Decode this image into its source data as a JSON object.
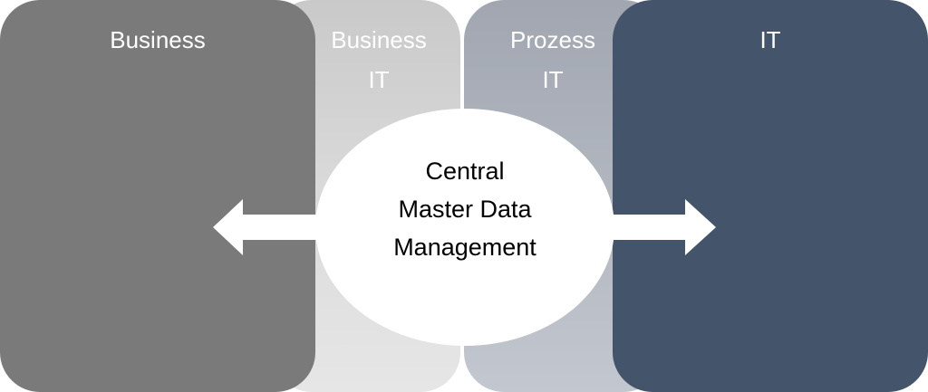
{
  "panels": {
    "business": {
      "title": "Business",
      "color": "#7a7a7a"
    },
    "business_it": {
      "line1": "Business",
      "line2": "IT",
      "color": "#d6d6d6"
    },
    "prozess_it": {
      "line1": "Prozess",
      "line2": "IT",
      "color": "#b1b6bf"
    },
    "it": {
      "title": "IT",
      "color": "#44546b"
    }
  },
  "center": {
    "line1": "Central",
    "line2": "Master Data",
    "line3": "Management"
  },
  "arrows": {
    "left": "arrow-left-icon",
    "right": "arrow-right-icon"
  }
}
